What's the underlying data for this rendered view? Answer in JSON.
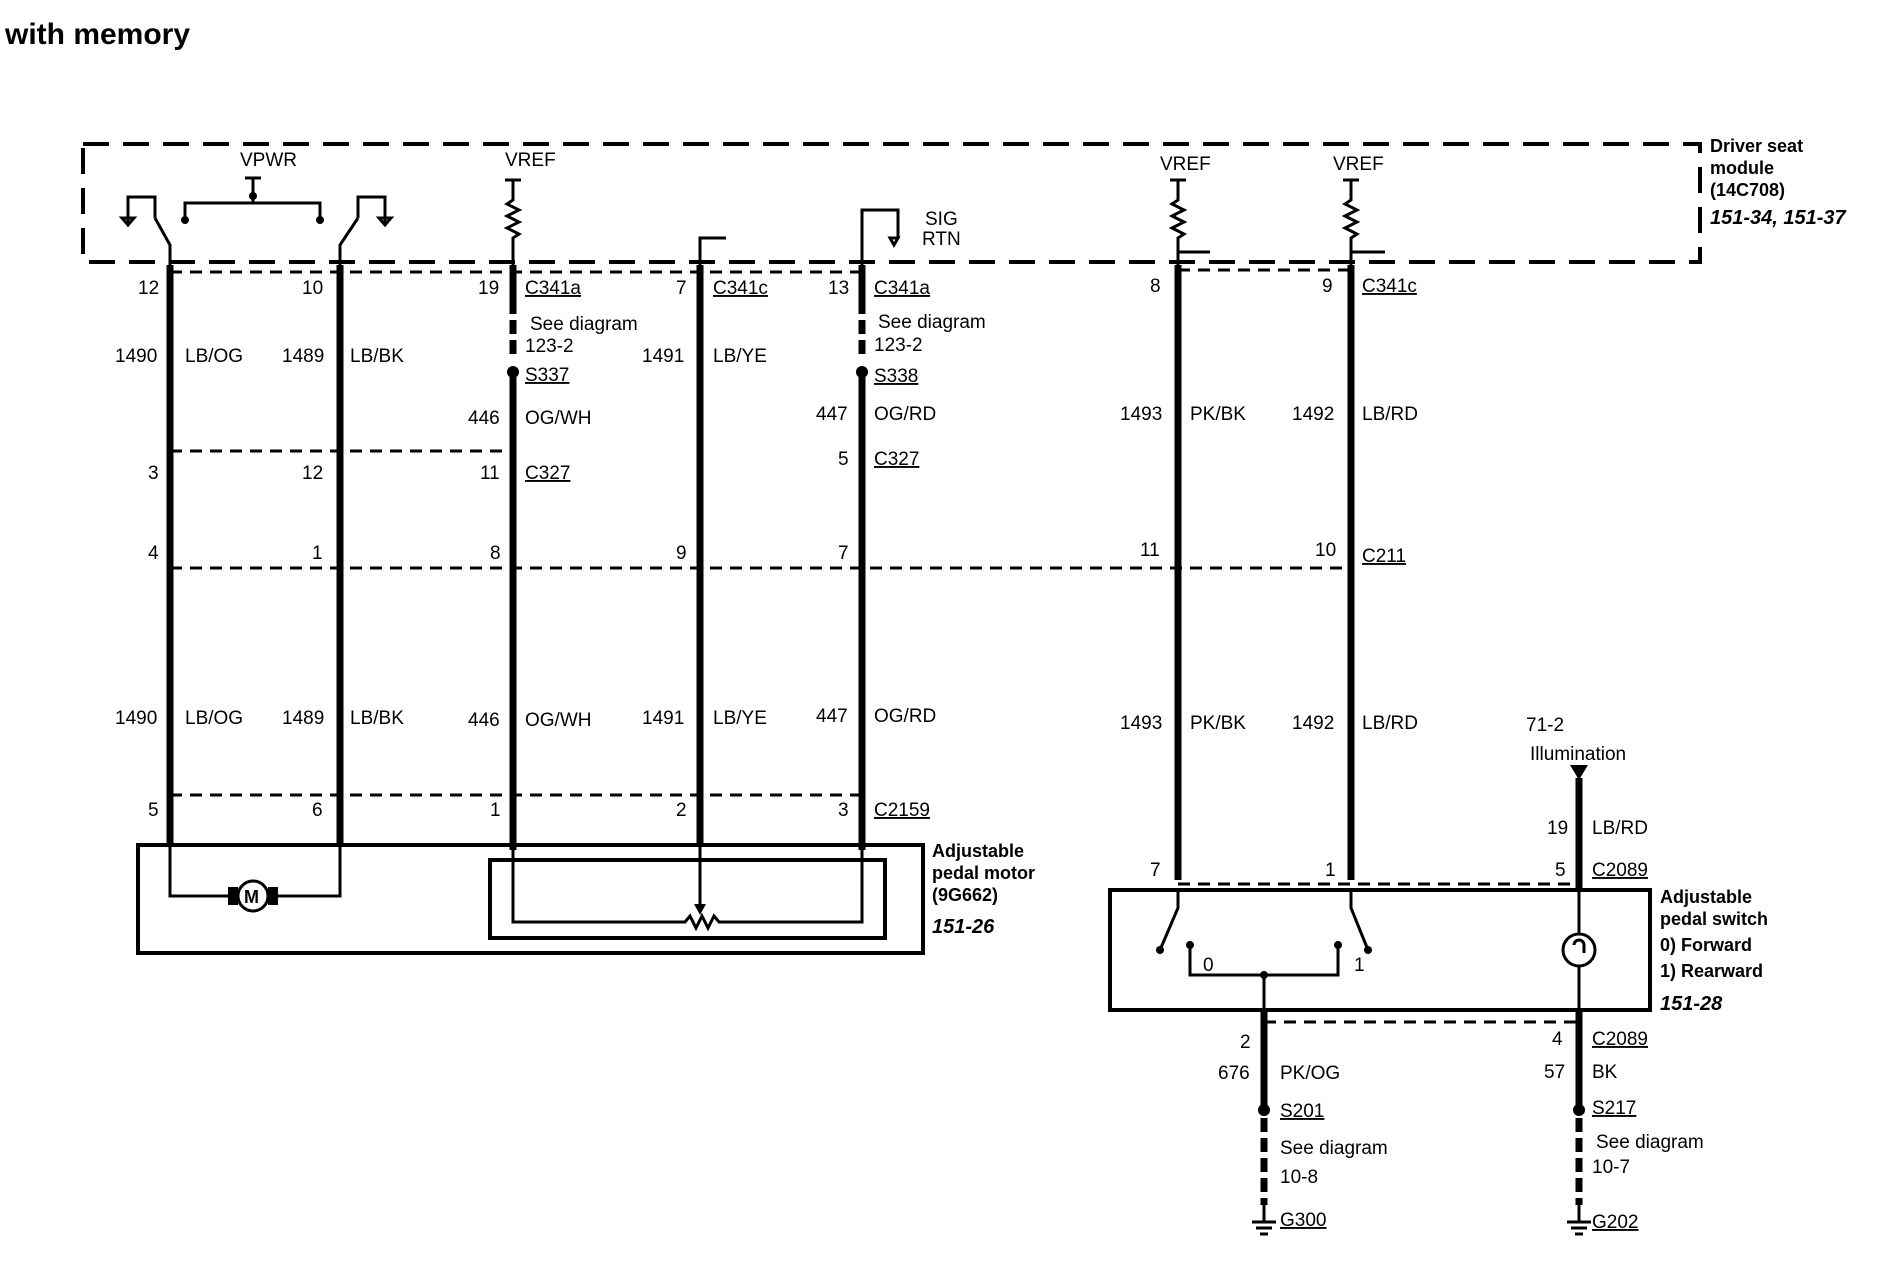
{
  "title": "with memory",
  "module": {
    "name_line1": "Driver seat",
    "name_line2": "module",
    "part": "(14C708)",
    "ref": "151-34, 151-37"
  },
  "power_labels": {
    "vpwr": "VPWR",
    "vref_1": "VREF",
    "vref_2": "VREF",
    "vref_3": "VREF",
    "sig_rtn_1": "SIG",
    "sig_rtn_2": "RTN"
  },
  "circuits": [
    {
      "id": "c1490",
      "pin_top": "12",
      "circuit": "1490",
      "color": "LB/OG",
      "pin_c327": "3",
      "pin_c211": "4",
      "pin_c2159": "5"
    },
    {
      "id": "c1489",
      "pin_top": "10",
      "circuit": "1489",
      "color": "LB/BK",
      "pin_c327": "12",
      "pin_c211": "1",
      "pin_c2159": "6"
    },
    {
      "id": "c446",
      "pin_top": "19",
      "connector_top": "C341a",
      "see_1": "See diagram",
      "see_2": "123-2",
      "splice": "S337",
      "circuit": "446",
      "color": "OG/WH",
      "pin_c327": "11",
      "c327": "C327",
      "pin_c211": "8",
      "pin_c2159": "1"
    },
    {
      "id": "c1491",
      "pin_top": "7",
      "connector_top": "C341c",
      "circuit": "1491",
      "color": "LB/YE",
      "pin_c211": "9",
      "pin_c2159": "2"
    },
    {
      "id": "c447",
      "pin_top": "13",
      "connector_top": "C341a",
      "see_1": "See diagram",
      "see_2": "123-2",
      "splice": "S338",
      "circuit": "447",
      "color": "OG/RD",
      "pin_c327": "5",
      "c327": "C327",
      "pin_c211": "7",
      "pin_c2159": "3",
      "c2159": "C2159"
    },
    {
      "id": "c1493",
      "pin_top": "8",
      "circuit": "1493",
      "color": "PK/BK",
      "pin_c211": "11",
      "pin_switch": "7"
    },
    {
      "id": "c1492",
      "pin_top": "9",
      "connector_top": "C341c",
      "circuit": "1492",
      "color": "LB/RD",
      "pin_c211": "10",
      "c211": "C211",
      "pin_switch": "1"
    }
  ],
  "motor": {
    "name_line1": "Adjustable",
    "name_line2": "pedal motor",
    "part": "(9G662)",
    "ref": "151-26",
    "symbol": "M"
  },
  "switch": {
    "name_line1": "Adjustable",
    "name_line2": "pedal switch",
    "pos0": "0) Forward",
    "pos1": "1) Rearward",
    "ref": "151-28",
    "contact0": "0",
    "contact1": "1"
  },
  "illumination": {
    "ref": "71-2",
    "label": "Illumination",
    "pin": "19",
    "color": "LB/RD",
    "pin_switch": "5",
    "connector": "C2089"
  },
  "ground_left": {
    "pin": "2",
    "circuit": "676",
    "color": "PK/OG",
    "splice": "S201",
    "see_1": "See diagram",
    "see_2": "10-8",
    "ground": "G300"
  },
  "ground_right": {
    "pin": "4",
    "connector": "C2089",
    "circuit": "57",
    "color": "BK",
    "splice": "S217",
    "see_1": "See diagram",
    "see_2": "10-7",
    "ground": "G202"
  }
}
